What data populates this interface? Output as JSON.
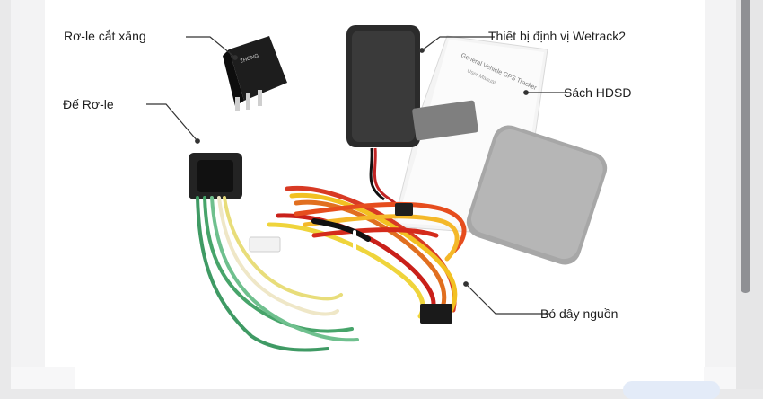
{
  "product_image": {
    "alt": "",
    "labels": {
      "relay": "Rơ-le cắt xăng",
      "device": "Thiết bị định vị Wetrack2",
      "relay_base": "Đế Rơ-le",
      "manual": "Sách HDSD",
      "wire_harness": "Bó dây nguồn"
    },
    "manual_cover_text": "General Vehicle GPS Tracker",
    "manual_sub_text": "User Manual",
    "relay_brand": "ZHONG"
  }
}
